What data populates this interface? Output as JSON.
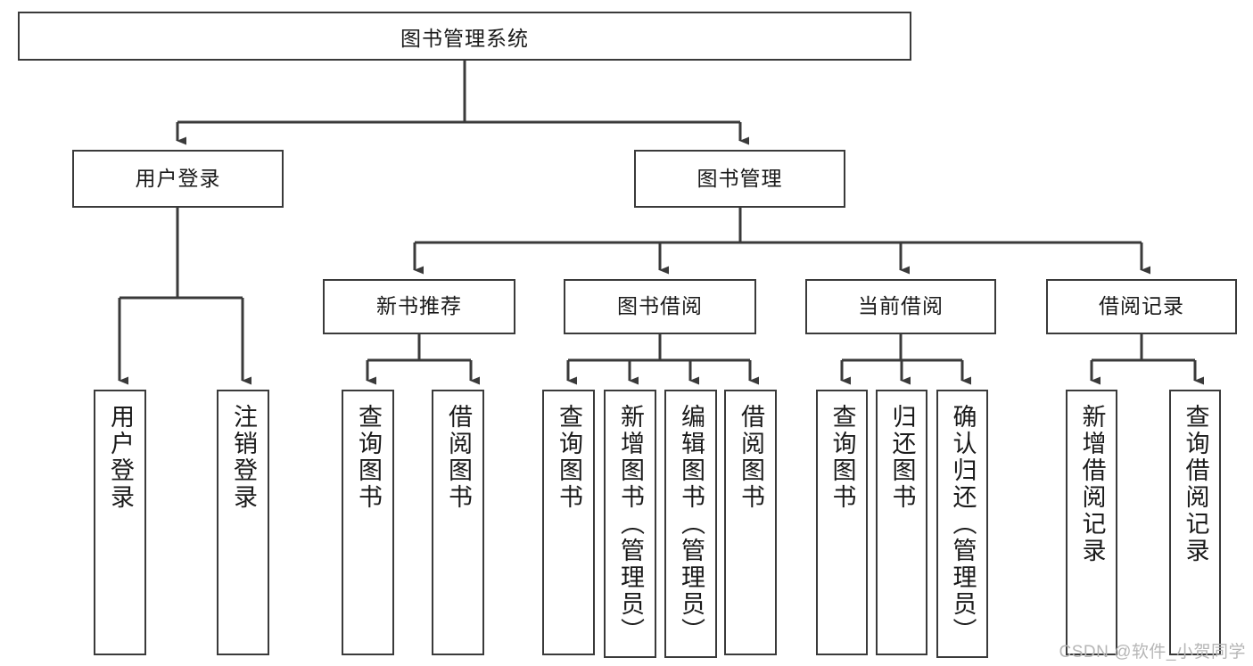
{
  "diagram": {
    "title": "图书管理系统",
    "type": "tree",
    "colors": {
      "stroke": "#3a3a3a",
      "fill": "#ffffff",
      "text": "#1a1a1a",
      "watermark": "#b6b6b6"
    },
    "root": {
      "label": "图书管理系统"
    },
    "level2": [
      {
        "label": "用户登录"
      },
      {
        "label": "图书管理"
      }
    ],
    "level3": [
      {
        "label": "新书推荐"
      },
      {
        "label": "图书借阅"
      },
      {
        "label": "当前借阅"
      },
      {
        "label": "借阅记录"
      }
    ],
    "leaves": {
      "user_login": [
        {
          "label": "用户登录"
        },
        {
          "label": "注销登录"
        }
      ],
      "new_book": [
        {
          "label": "查询图书"
        },
        {
          "label": "借阅图书"
        }
      ],
      "book_borrow": [
        {
          "label": "查询图书"
        },
        {
          "label": "新增图书（管理员）"
        },
        {
          "label": "编辑图书（管理员）"
        },
        {
          "label": "借阅图书"
        }
      ],
      "current_borrow": [
        {
          "label": "查询图书"
        },
        {
          "label": "归还图书"
        },
        {
          "label": "确认归还（管理员）"
        }
      ],
      "borrow_record": [
        {
          "label": "新增借阅记录"
        },
        {
          "label": "查询借阅记录"
        }
      ]
    }
  },
  "watermark": {
    "text": "CSDN @软件_小贺同学"
  }
}
